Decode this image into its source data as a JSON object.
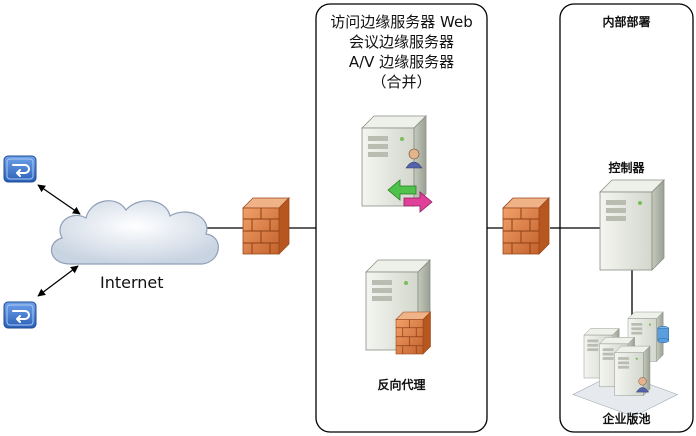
{
  "edge_box": {
    "title_lines": [
      "访问边缘服务器 Web",
      "会议边缘服务器",
      "A/V 边缘服务器",
      "（合并）"
    ],
    "reverse_proxy_label": "反向代理"
  },
  "internal_box": {
    "title": "内部部署",
    "director_label": "控制器",
    "pool_label": "企业版池"
  },
  "internet_label": "Internet",
  "icons": {
    "client_top": "remote-client-icon",
    "client_bottom": "remote-client-icon",
    "cloud": "cloud-icon",
    "firewall_left": "firewall-icon",
    "firewall_right": "firewall-icon",
    "edge_server": "edge-server-icon",
    "reverse_proxy": "reverse-proxy-server-icon",
    "director": "director-server-icon",
    "pool": "enterprise-pool-servers-icon"
  },
  "colors": {
    "firewall": "#e0824a",
    "client": "#3a72c8",
    "cloud": "#dde6f0",
    "server": "#e9ece4",
    "line": "#000000"
  }
}
